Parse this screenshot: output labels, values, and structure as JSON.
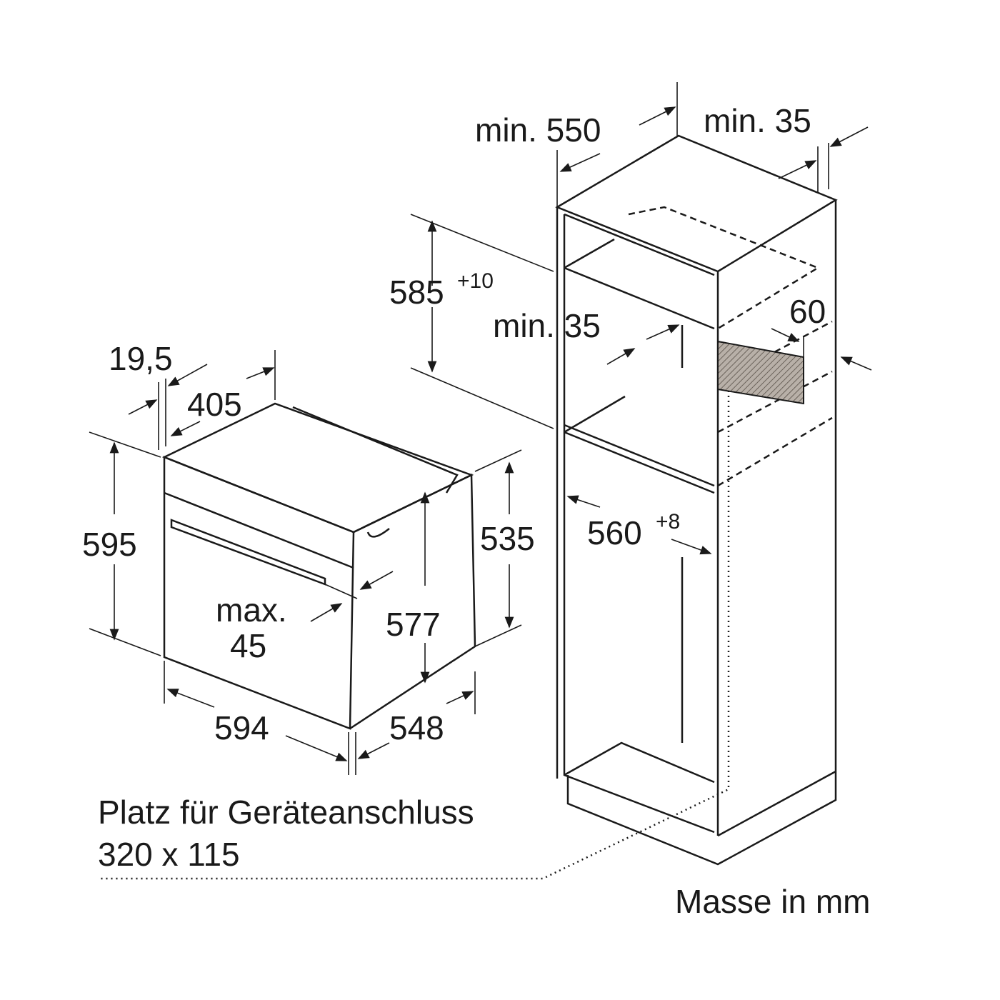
{
  "labels": {
    "cabinet_depth": "min. 550",
    "cabinet_top_gap": "min. 35",
    "niche_height": "585",
    "niche_height_tol": "+10",
    "vent_gap": "min. 35",
    "rear_gap": "60",
    "front_panel_depth": "19,5",
    "top_offset": "405",
    "oven_height": "595",
    "side_height": "535",
    "handle_max": "max.",
    "handle_max_val": "45",
    "inner_height": "577",
    "niche_width": "560",
    "niche_width_tol": "+8",
    "oven_width": "594",
    "oven_depth": "548",
    "connection_note": "Platz für Geräteanschluss",
    "connection_size": "320 x 115",
    "units_note": "Masse in mm"
  }
}
